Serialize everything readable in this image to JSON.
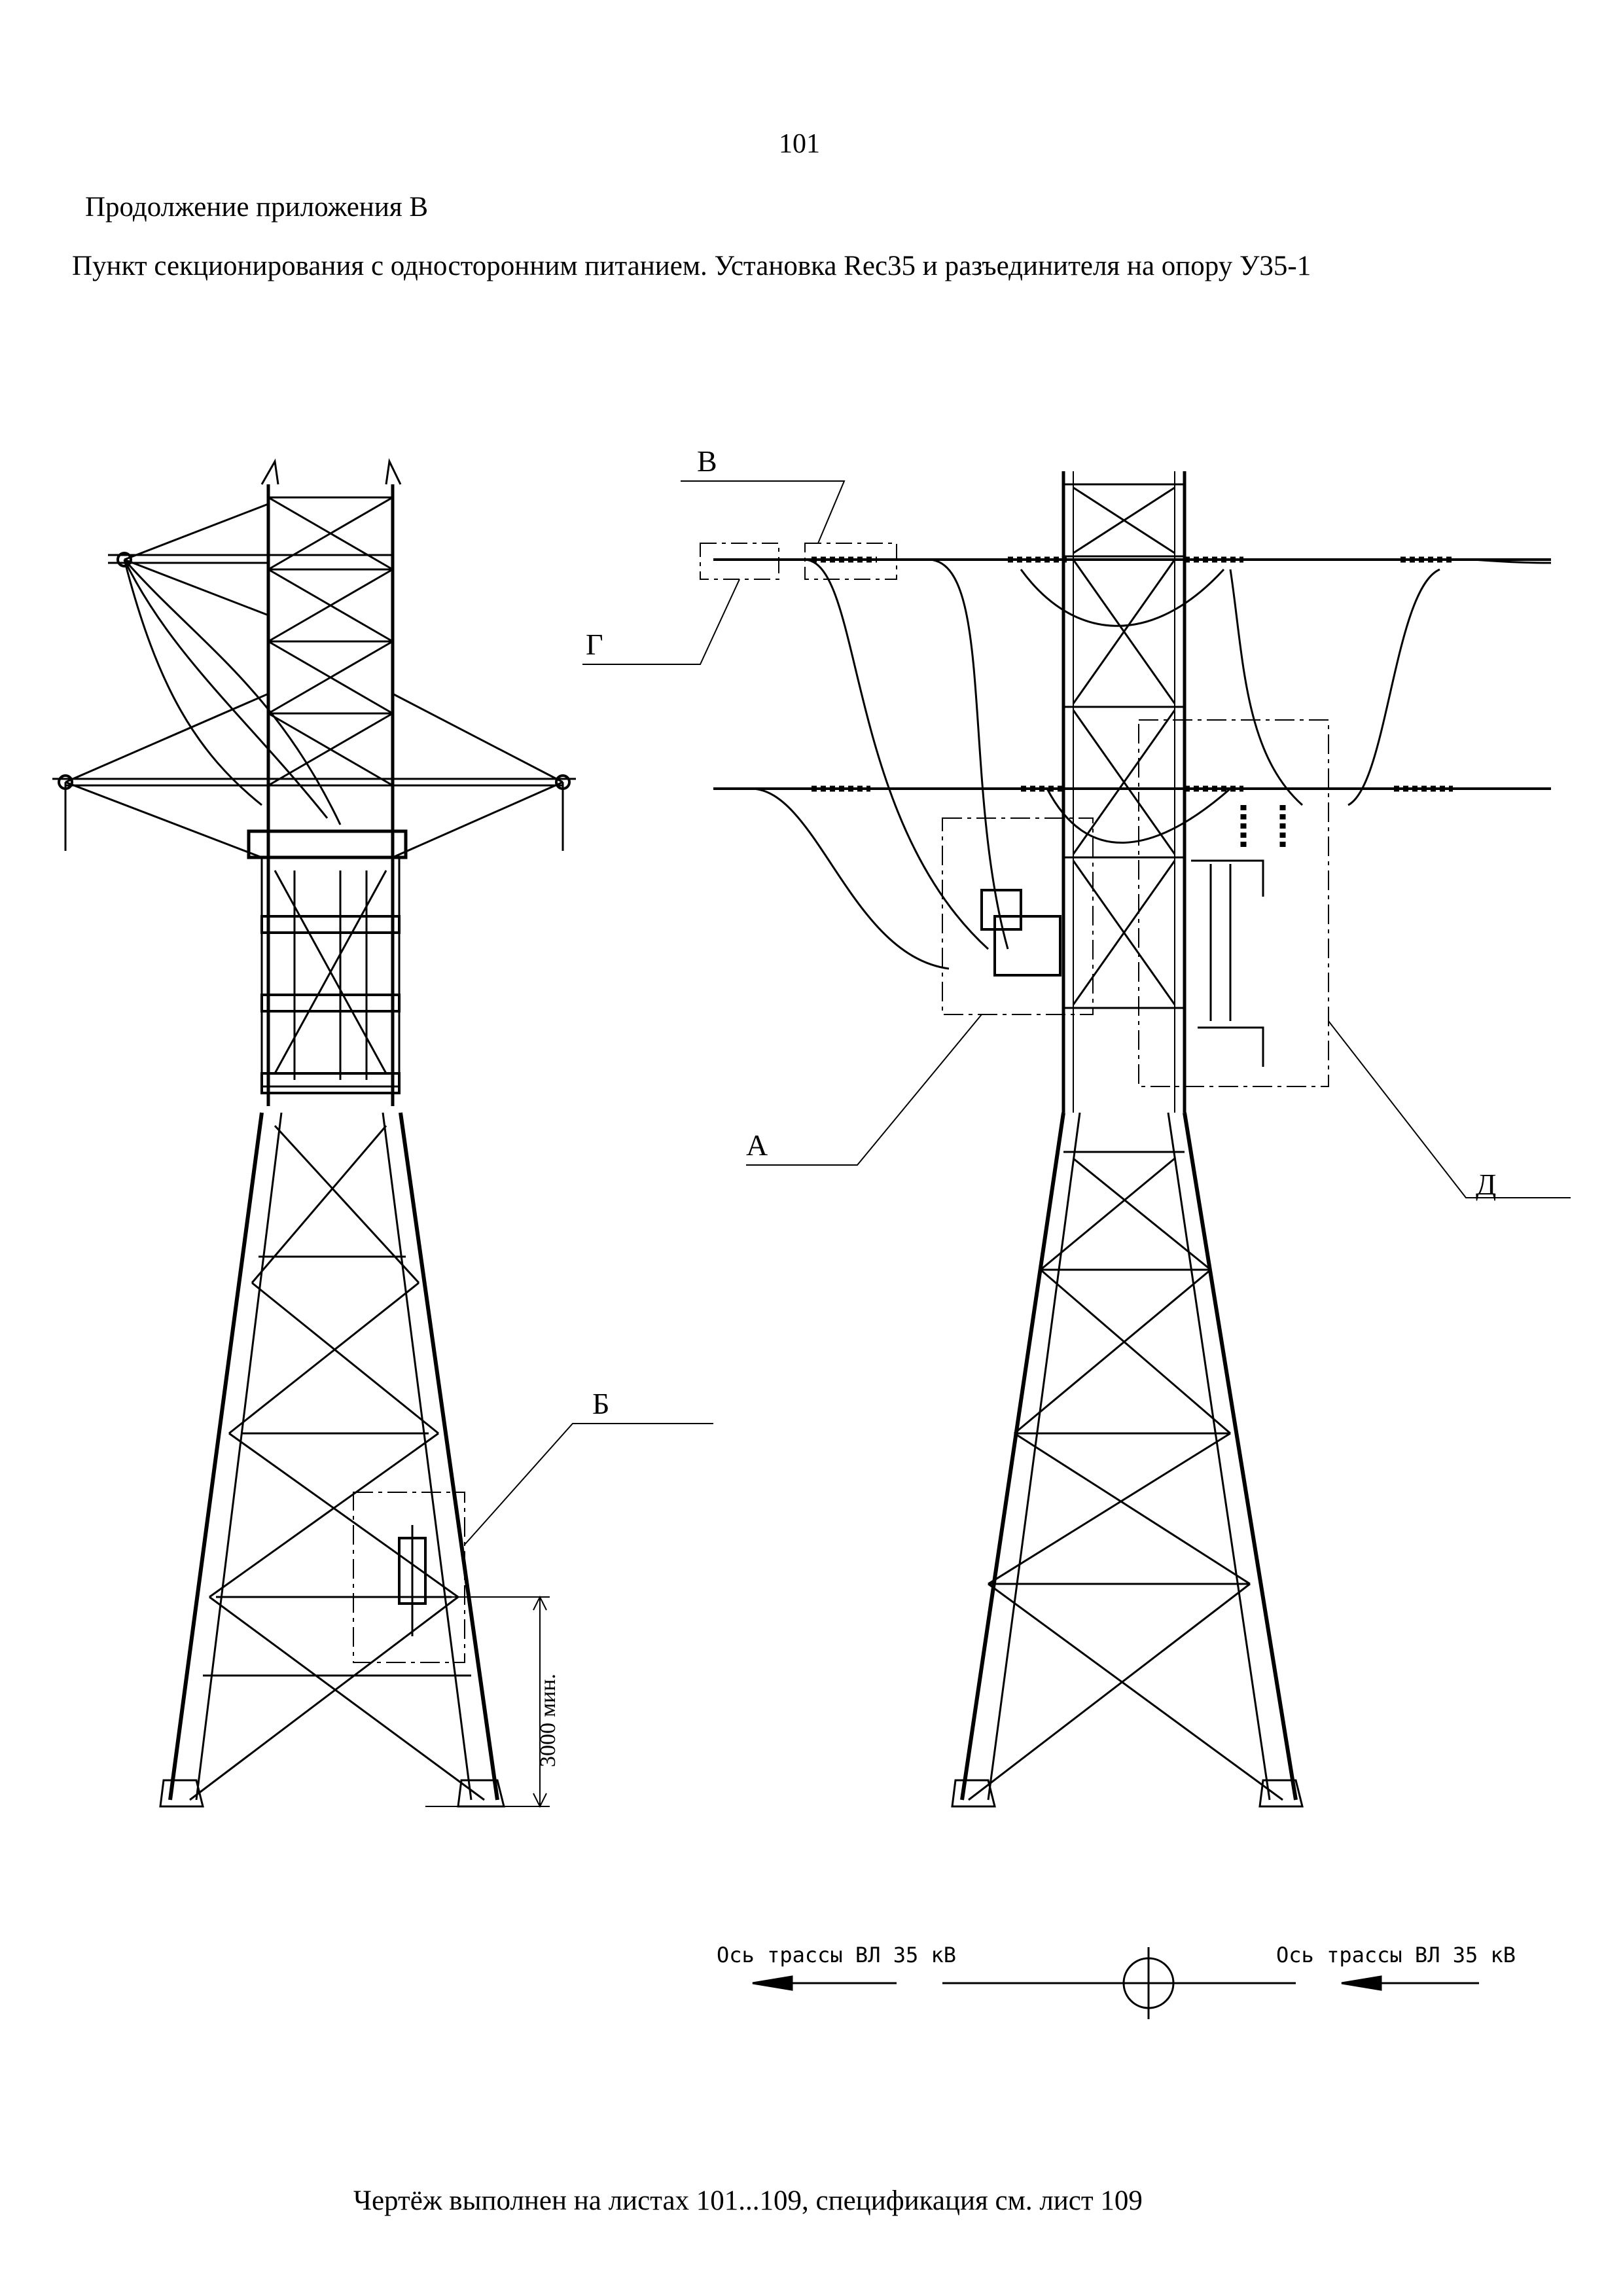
{
  "page_number": "101",
  "appendix": "Продолжение приложения В",
  "title": "Пункт секционирования с односторонним питанием. Установка Rec35 и разъединителя  на опору У35-1",
  "labels": {
    "A": "А",
    "B": "Б",
    "V": "В",
    "G": "Г",
    "D": "Д"
  },
  "dimension": "3000 мин.",
  "axis_left": "Ось трассы ВЛ 35 кВ",
  "axis_right": "Ось трассы ВЛ 35 кВ",
  "footer": "Чертёж выполнен на листах 101...109, спецификация см. лист 109"
}
